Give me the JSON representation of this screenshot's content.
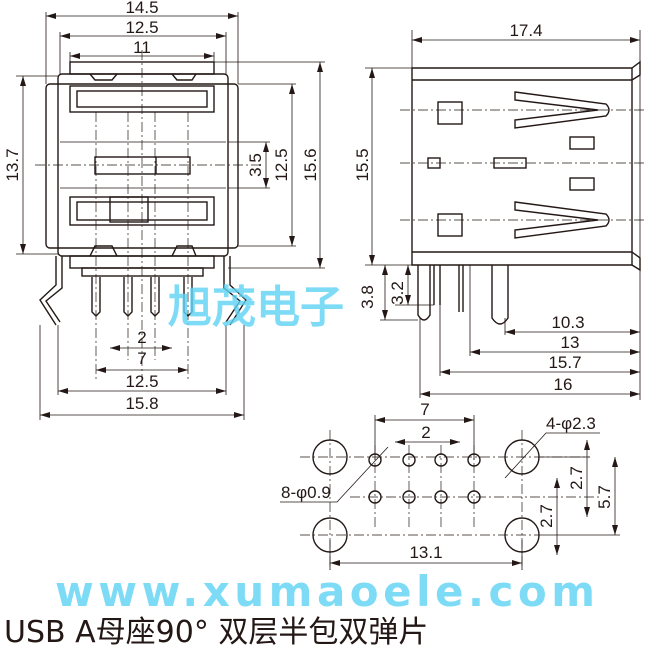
{
  "title": "USB A母座90° 双层半包双弹片",
  "watermark": {
    "brand": "旭茂电子",
    "url": "www.xumaoele.com"
  },
  "colors": {
    "line": "#231815",
    "watermark": "#5fd3f5"
  },
  "front_view": {
    "dims": {
      "overall_width": "14.5",
      "shell_width": "12.5",
      "port_width": "11",
      "height": "13.7",
      "port_gap": "3.5",
      "port_span": "12.5",
      "total_height": "15.6",
      "pin_pitch": "2",
      "pin_span": "7",
      "leg_span": "12.5",
      "leg_overall": "15.8"
    }
  },
  "side_view": {
    "dims": {
      "depth": "17.4",
      "height": "15.5",
      "pin_length": "3.8",
      "leg_length": "3.2",
      "d1": "10.3",
      "d2": "13",
      "d3": "15.7",
      "d4": "16"
    }
  },
  "footprint": {
    "dims": {
      "pin_span": "7",
      "pin_pitch": "2",
      "mount_holes": "4-φ2.3",
      "pin_holes": "8-φ0.9",
      "row_offset": "2.7",
      "hole_span_v": "5.7",
      "row_offset_2": "2.7",
      "hole_span_h": "13.1"
    }
  }
}
